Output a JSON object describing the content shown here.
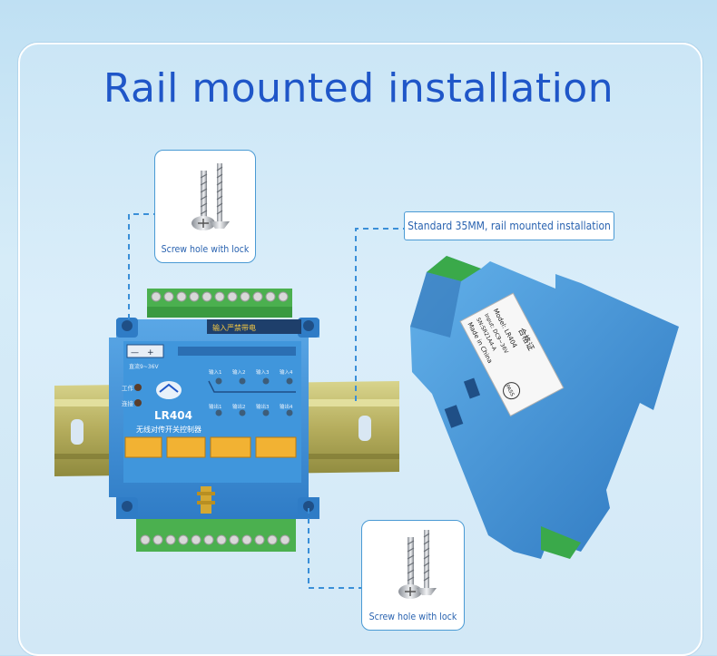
{
  "title": "Rail mounted installation",
  "callouts": {
    "top_screw_caption": "Screw hole with lock",
    "bottom_screw_caption": "Screw hole with lock",
    "rail_label": "Standard 35MM, rail mounted installation"
  },
  "device": {
    "model": "LR404",
    "subtitle": "无线对传开关控制器",
    "warning": "输入严禁带电",
    "power_label": "直流9~36V",
    "power_terminals": [
      "—",
      "+"
    ],
    "indicator_work": "工作",
    "indicator_link": "连接",
    "inputs": [
      "输入1",
      "输入2",
      "输入3",
      "输入4"
    ],
    "outputs": [
      "输出1",
      "输出2",
      "输出3",
      "输出4"
    ]
  },
  "side_label": {
    "heading": "合格证",
    "model": "Model: LR404",
    "input": "Input: DC9~36V",
    "sn": "SN:SR21A4-A",
    "origin": "Made in China",
    "pass": "PASS"
  },
  "colors": {
    "title": "#1f56c8",
    "device_blue": "#3d8ed6",
    "terminal_green": "#4bb04f",
    "rail_gold": "#b8b36a",
    "callout_border": "#4a9ad4"
  }
}
